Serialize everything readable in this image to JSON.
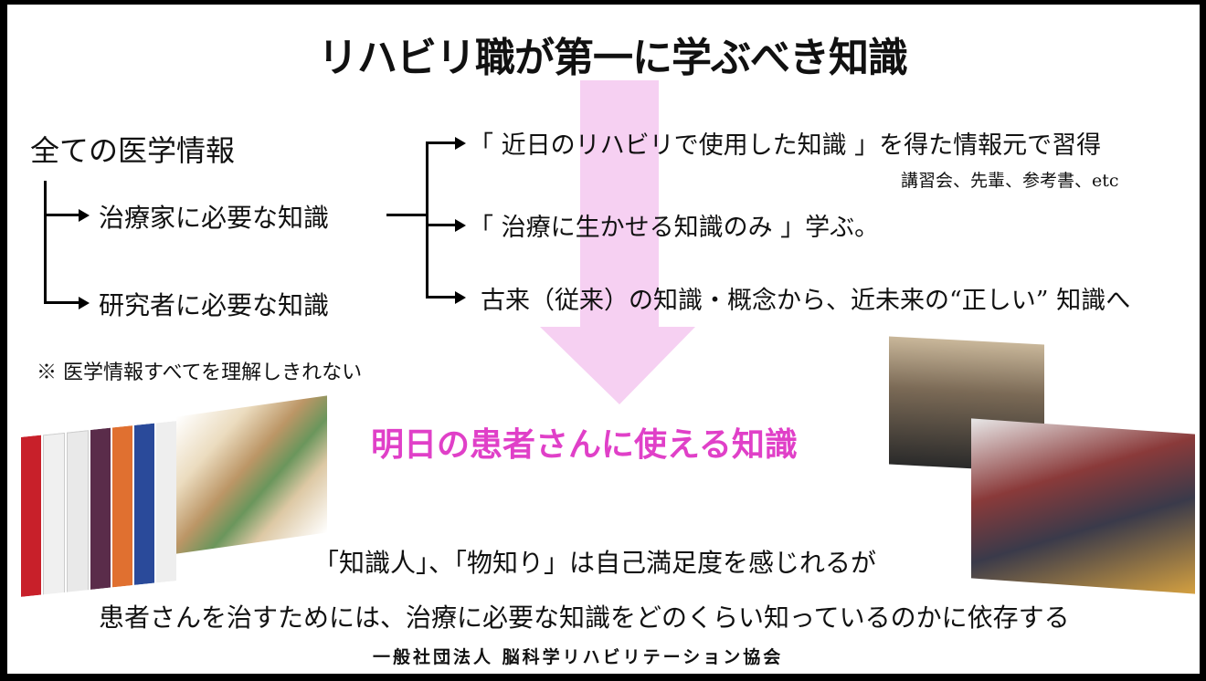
{
  "title": "リハビリ職が第一に学ぶべき知識",
  "left_tree": {
    "root": "全ての医学情報",
    "branches": [
      "治療家に必要な知識",
      "研究者に必要な知識"
    ],
    "note": "※ 医学情報すべてを理解しきれない"
  },
  "right_tree": {
    "items": [
      "「 近日のリハビリで使用した知識 」を得た情報元で習得",
      "「 治療に生かせる知識のみ 」学ぶ。",
      "古来（従来）の知識・概念から、近未来の“正しい” 知識へ"
    ],
    "sub_note": "講習会、先輩、参考書、etc"
  },
  "conclusion": "明日の患者さんに使える知識",
  "footer": {
    "line1": "「知識人」、「物知り」は自己満足度を感じれるが",
    "line2": "患者さんを治すためには、治療に必要な知識をどのくらい知っているのかに依存する",
    "organization": "一般社団法人 脳科学リハビリテーション協会"
  },
  "colors": {
    "arrow": "#f6d0f2",
    "accent": "#e040c8"
  }
}
